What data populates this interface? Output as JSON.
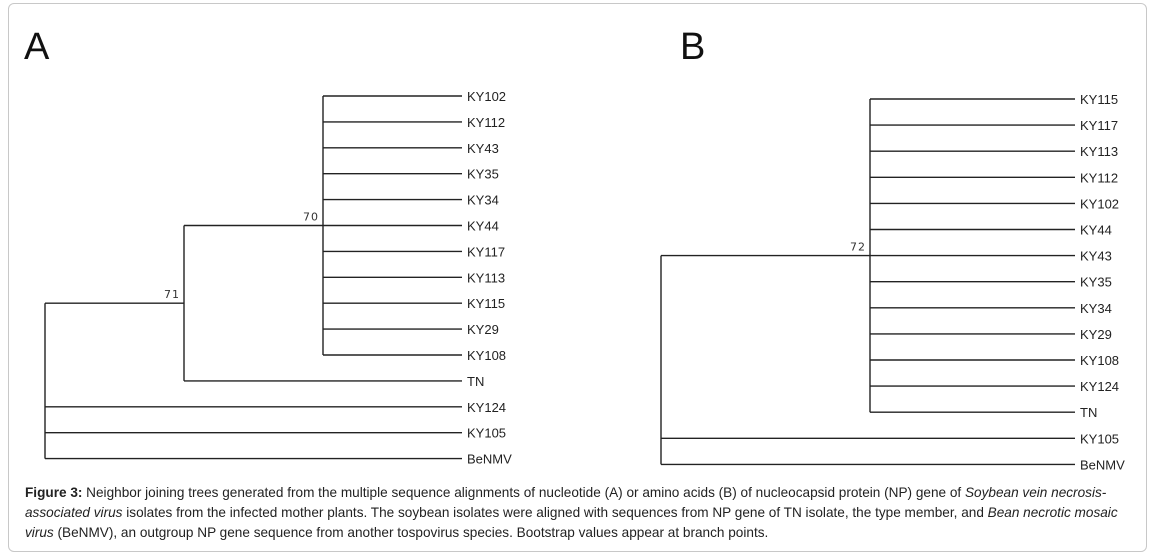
{
  "panels": [
    {
      "letter": "A",
      "tree": {
        "children": [
          {
            "bootstrap": "71",
            "children": [
              {
                "bootstrap": "70",
                "children": [
                  {
                    "label": "KY102"
                  },
                  {
                    "label": "KY112"
                  },
                  {
                    "label": "KY43"
                  },
                  {
                    "label": "KY35"
                  },
                  {
                    "label": "KY34"
                  },
                  {
                    "label": "KY44"
                  },
                  {
                    "label": "KY117"
                  },
                  {
                    "label": "KY113"
                  },
                  {
                    "label": "KY115"
                  },
                  {
                    "label": "KY29"
                  },
                  {
                    "label": "KY108"
                  }
                ]
              },
              {
                "label": "TN"
              }
            ]
          },
          {
            "label": "KY124"
          },
          {
            "label": "KY105"
          },
          {
            "label": "BeNMV"
          }
        ]
      }
    },
    {
      "letter": "B",
      "tree": {
        "children": [
          {
            "bootstrap": "72",
            "children": [
              {
                "label": "KY115"
              },
              {
                "label": "KY117"
              },
              {
                "label": "KY113"
              },
              {
                "label": "KY112"
              },
              {
                "label": "KY102"
              },
              {
                "label": "KY44"
              },
              {
                "label": "KY43"
              },
              {
                "label": "KY35"
              },
              {
                "label": "KY34"
              },
              {
                "label": "KY29"
              },
              {
                "label": "KY108"
              },
              {
                "label": "KY124"
              },
              {
                "label": "TN"
              }
            ]
          },
          {
            "label": "KY105"
          },
          {
            "label": "BeNMV"
          }
        ]
      }
    }
  ],
  "caption": {
    "label": "Figure 3:",
    "t1": " Neighbor joining trees generated from the multiple sequence alignments of nucleotide (A) or amino acids (B) of nucleocapsid protein (NP) gene of ",
    "i1": "Soybean vein necrosis-associated virus",
    "t2": " isolates from the infected mother plants. The soybean isolates were aligned with sequences from NP gene of TN isolate, the type member, and ",
    "i2": "Bean necrotic mosaic virus",
    "t3": " (BeNMV), an outgroup NP gene sequence from another tospovirus species. Bootstrap values appear at branch points."
  }
}
